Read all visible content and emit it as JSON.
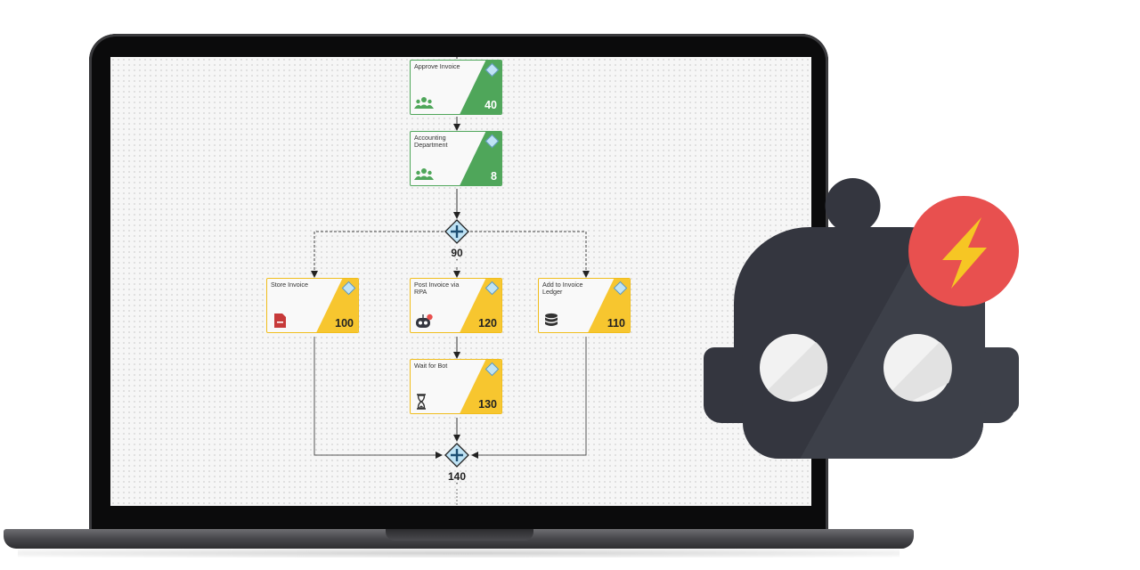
{
  "tasks": [
    {
      "id": "approve-invoice",
      "title": "Approve Invoice",
      "number": "40",
      "theme": "green",
      "icon": "people-icon"
    },
    {
      "id": "accounting-department",
      "title": "Accounting Department",
      "number": "8",
      "theme": "green",
      "icon": "people-icon"
    },
    {
      "id": "store-invoice",
      "title": "Store Invoice",
      "number": "100",
      "theme": "yellow",
      "icon": "file-cabinet-icon"
    },
    {
      "id": "post-invoice-via-rpa",
      "title": "Post Invoice via RPA",
      "number": "120",
      "theme": "yellow",
      "icon": "robot-icon"
    },
    {
      "id": "add-to-invoice-ledger",
      "title": "Add to Invoice Ledger",
      "number": "110",
      "theme": "yellow",
      "icon": "database-icon"
    },
    {
      "id": "wait-for-bot",
      "title": "Wait for Bot",
      "number": "130",
      "theme": "yellow",
      "icon": "hourglass-icon"
    }
  ],
  "gateways": [
    {
      "id": "split",
      "label": "90",
      "type": "parallel"
    },
    {
      "id": "join",
      "label": "140",
      "type": "parallel"
    }
  ],
  "colors": {
    "green_fill": "#4fa65a",
    "yellow_fill": "#f7c62f",
    "gateway_fill": "#bfe3f5",
    "robot_body": "#34363f",
    "badge": "#e8504f",
    "bolt": "#f6c624"
  }
}
